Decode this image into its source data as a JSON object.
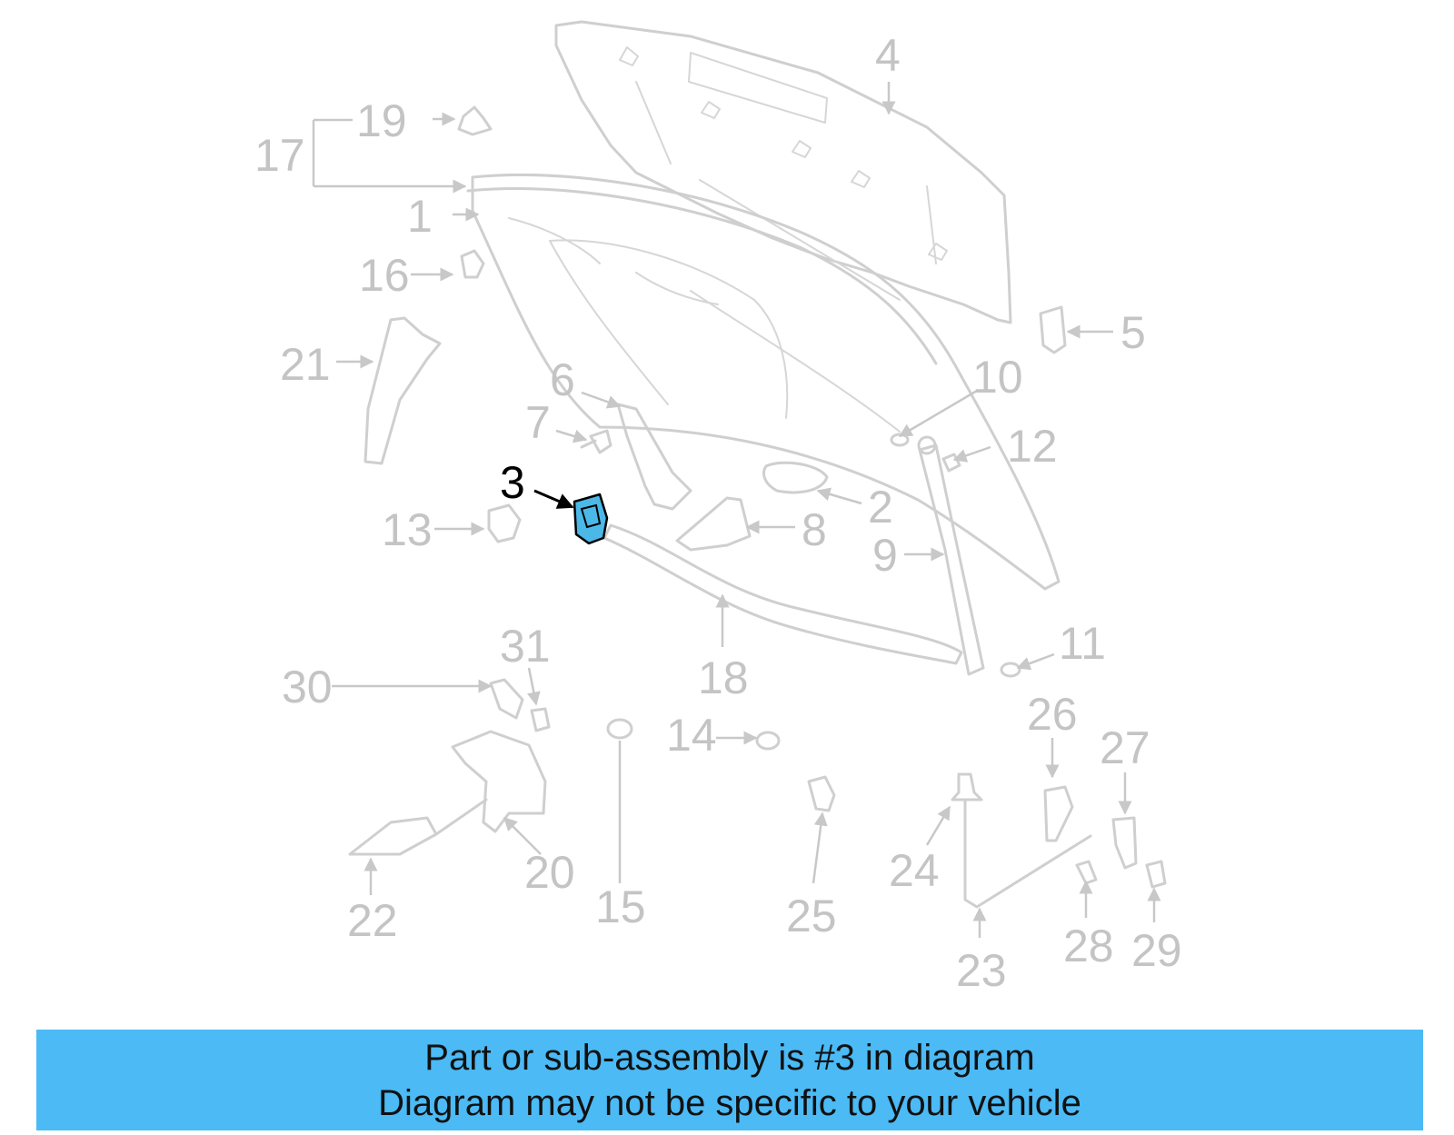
{
  "highlighted_part": "3",
  "banner": {
    "line1": "Part or sub-assembly is #3 in diagram",
    "line2": "Diagram may not be specific to your vehicle"
  },
  "callouts": {
    "c1": "1",
    "c2": "2",
    "c3": "3",
    "c4": "4",
    "c5": "5",
    "c6": "6",
    "c7": "7",
    "c8": "8",
    "c9": "9",
    "c10": "10",
    "c11": "11",
    "c12": "12",
    "c13": "13",
    "c14": "14",
    "c15": "15",
    "c16": "16",
    "c17": "17",
    "c18": "18",
    "c19": "19",
    "c20": "20",
    "c21": "21",
    "c22": "22",
    "c23": "23",
    "c24": "24",
    "c25": "25",
    "c26": "26",
    "c27": "27",
    "c28": "28",
    "c29": "29",
    "c30": "30",
    "c31": "31"
  },
  "colors": {
    "highlight": "#4bb8e8",
    "banner": "#4bbaf5",
    "part_line": "#cfcfcf"
  }
}
